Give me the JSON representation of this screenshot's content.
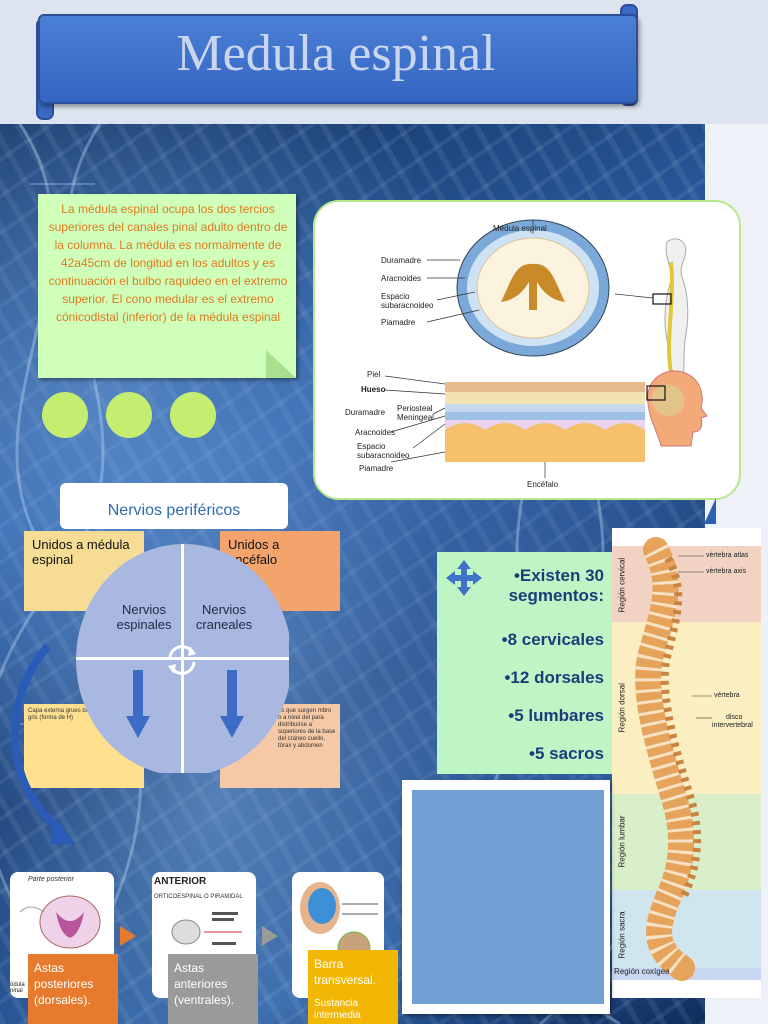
{
  "title": "Medula espinal",
  "intro": {
    "text": "La médula  espinal ocupa  los dos tercios superiores del canales pinal  adulto dentro de la columna. La médula es normalmente de 42a45cm de longitud en los adultos y es continuación el bulbo raquideo en el extremo superior. El cono medular es el extremo cónicodistal (inferior) de la médula espinal"
  },
  "diagram": {
    "labels": {
      "medula": "Médula espinal",
      "duramadre": "Duramadre",
      "aracnoides": "Aracnoides",
      "espacio": "Espacio",
      "subaracnoideo": "subaracnoideo",
      "piamadre": "Piamadre",
      "piel": "Piel",
      "hueso": "Hueso",
      "duramadre2": "Duramadre",
      "periosteal": "Periosteal",
      "meningeal": "Meningeal",
      "aracnoides2": "Aracnoides",
      "espacio2": "Espacio",
      "subaracnoideo2": "subaracnoideo",
      "piamadre2": "Piamadre",
      "encefalo": "Encéfalo"
    }
  },
  "nervios": {
    "title": "Nervios periféricos",
    "left_category": "Unidos a médula espinal",
    "right_category": "Unidos a encéfalo",
    "left_quadrant": "Nervios espinales",
    "right_quadrant": "Nervios craneales",
    "left_detail": "Capa externa grues blancaColumnainter gris (forma de H)",
    "right_detail": "os que surgen mbro o a nivel del para distribuirse a superiores de la base del cráneo cuello, tórax y abdomen"
  },
  "segments": {
    "items": [
      "•Existen 30 segmentos:",
      "•8 cervicales",
      "•12 dorsales",
      "•5 lumbares",
      "•5 sacros"
    ]
  },
  "spine": {
    "regions": [
      "Región cervical",
      "Región dorsal",
      "Región lumbar",
      "Región sacra",
      "Región coxígea"
    ],
    "labels": [
      "vértebra atlas",
      "vértebra axis",
      "vértebra",
      "disco",
      "intervertebral"
    ]
  },
  "bottom_cards": [
    {
      "header": "Parte posterior",
      "tag": "Astas posteriores (dorsales).",
      "color": "#e87a2e",
      "side_text": "ódula ninal"
    },
    {
      "header": "ANTERIOR",
      "subheader": "ORTICOESPINAL O PIRAMIDAL",
      "tag": "Astas anteriores (ventrales).",
      "color": "#9a9a9a"
    },
    {
      "tag": "Barra transversal.",
      "extra": "Sustancia intermedia",
      "color": "#f2b705"
    }
  ],
  "colors": {
    "banner": "#3d72cc",
    "note": "#cfffb8",
    "segments": "#bff5c5",
    "dots": "#c5ee70"
  }
}
